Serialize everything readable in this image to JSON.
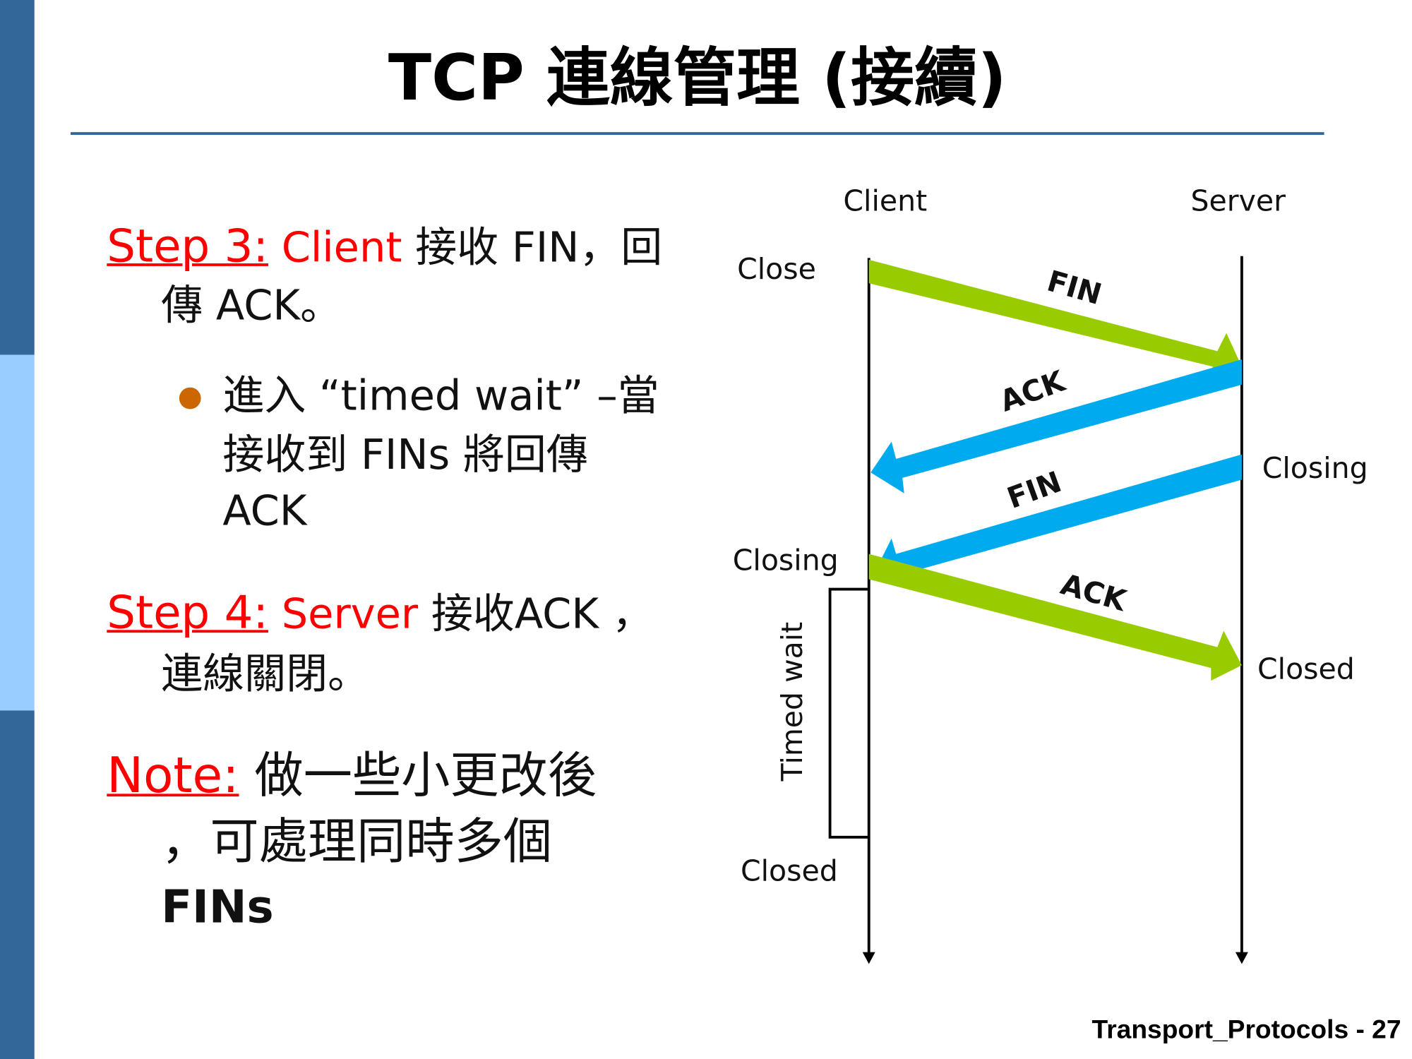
{
  "title": "TCP 連線管理 (接續)",
  "step3": {
    "label": "Step 3:",
    "actor": "Client",
    "text1": " 接收 FIN，回",
    "text2": "傳 ACK。"
  },
  "bullet": {
    "line1": "進入 “timed wait” –當",
    "line2": "接收到 FINs 將回傳",
    "line3": "ACK"
  },
  "step4": {
    "label": "Step 4:",
    "actor": "Server",
    "text1": " 接收ACK ，",
    "text2": "連線關閉。"
  },
  "note": {
    "label": "Note:",
    "text1": " 做一些小更改後",
    "text2": "，可處理同時多個",
    "text3": "FINs"
  },
  "diagram": {
    "client": "Client",
    "server": "Server",
    "client_states": [
      "Close",
      "Closing",
      "Closed"
    ],
    "server_states": [
      "Closing",
      "Closed"
    ],
    "timed_wait": "Timed wait",
    "messages": [
      "FIN",
      "ACK",
      "FIN",
      "ACK"
    ],
    "colors": {
      "green": "#99cc00",
      "blue": "#00aaee"
    }
  },
  "footer": "Transport_Protocols - 27",
  "colors": {
    "sidebar_dark": "#336699",
    "sidebar_light": "#99ccff",
    "accent": "#ff0000"
  }
}
